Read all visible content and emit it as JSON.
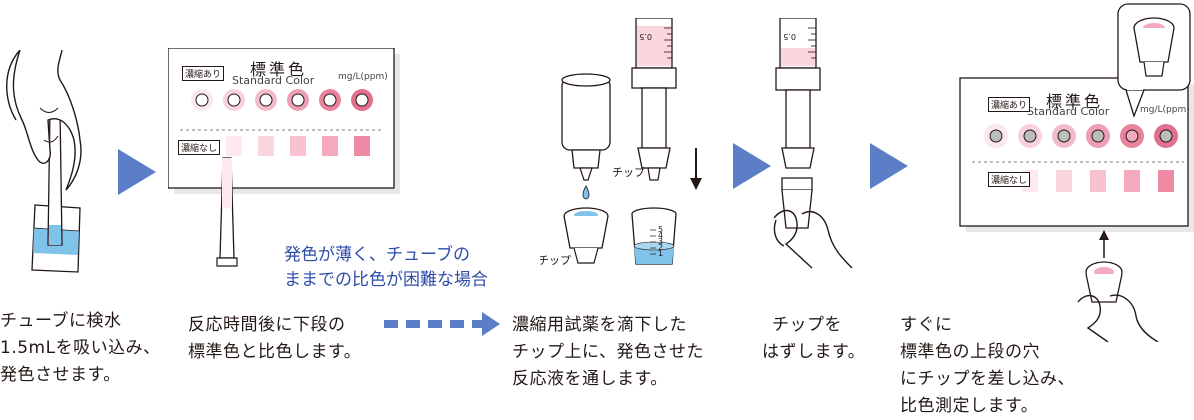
{
  "steps": [
    {
      "lines": [
        "チューブに検水",
        "1.5mLを吸い込み、",
        "発色させます。"
      ]
    },
    {
      "lines": [
        "反応時間後に下段の",
        "標準色と比色します。"
      ]
    },
    {
      "lines": [
        "濃縮用試薬を滴下した",
        "チップ上に、発色させた",
        "反応液を通します。"
      ]
    },
    {
      "lines": [
        "チップを",
        "はずします。"
      ]
    },
    {
      "lines": [
        "すぐに",
        "標準色の上段の穴",
        "にチップを差し込み、",
        "比色測定します。"
      ]
    }
  ],
  "note": {
    "lines": [
      "発色が薄く、チューブの",
      "ままでの比色が困難な場合"
    ]
  },
  "card": {
    "title": "標準色",
    "subtitle": "Standard Color",
    "unit": "mg/L(ppm)",
    "top_label": "濃縮あり",
    "bottom_label": "濃縮なし"
  },
  "labels": {
    "chip": "チップ",
    "syringe_mark": "0.5",
    "cup_scale": [
      "5",
      "4",
      "3",
      "2",
      "1"
    ]
  },
  "colors": {
    "arrow": "#5b7ec7",
    "note_text": "#2e4da8",
    "pink_levels": [
      "#fde9ee",
      "#fbd6df",
      "#f8c2d0",
      "#f4a9bc",
      "#ef8aa5"
    ],
    "water_blue": "#7fc3ea"
  }
}
